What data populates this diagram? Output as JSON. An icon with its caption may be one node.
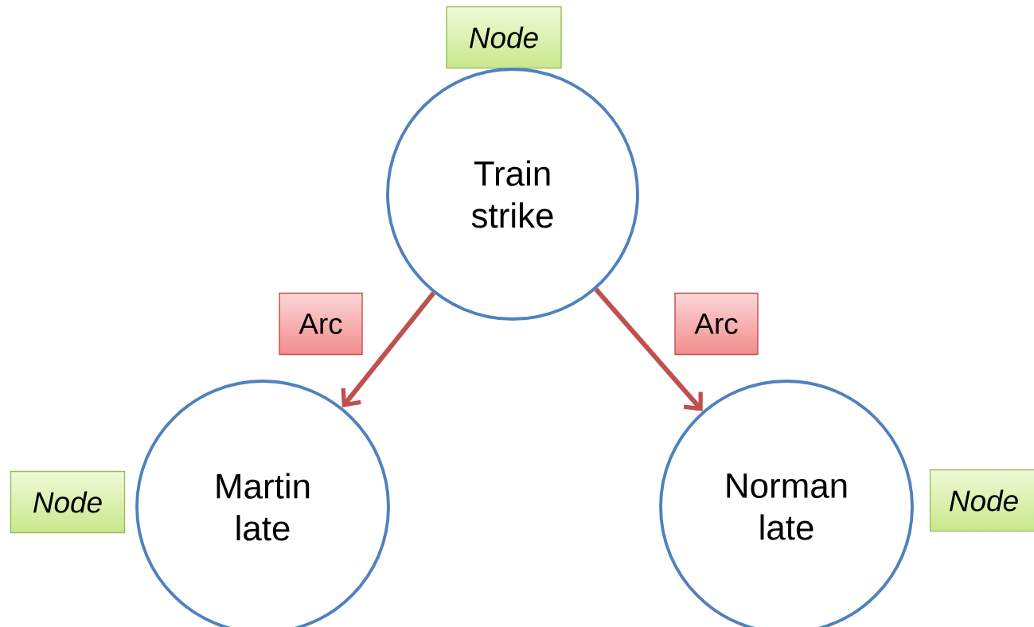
{
  "diagram": {
    "nodes": [
      {
        "text": [
          "Node"
        ]
      },
      {
        "text": [
          "Train strike"
        ]
      },
      {
        "text": [
          "Arc"
        ]
      },
      {
        "text": [
          "Arc"
        ]
      },
      {
        "text": [
          "Node"
        ]
      },
      {
        "text": [
          "Martin late"
        ]
      },
      {
        "text": [
          "Norman late"
        ]
      },
      {
        "text": [
          "Node"
        ]
      }
    ],
    "edges": [
      {
        "from": 1,
        "to": 5,
        "arrow": "to"
      },
      {
        "from": 1,
        "to": 6,
        "arrow": "to"
      }
    ]
  }
}
